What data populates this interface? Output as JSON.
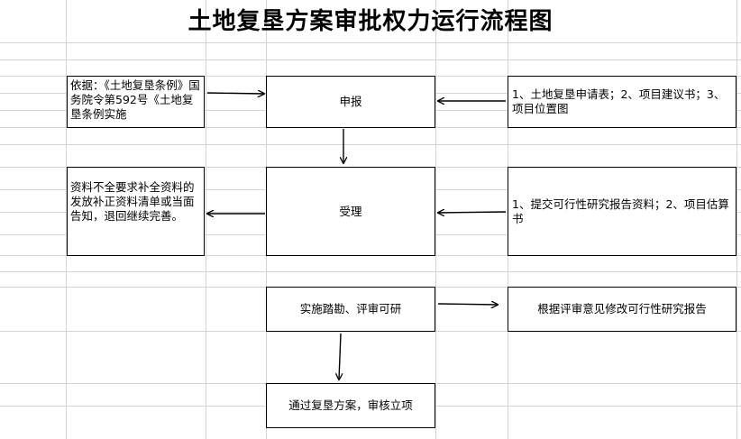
{
  "title": "土地复垦方案审批权力运行流程图",
  "nodes": {
    "basis": "依据：《土地复垦条例》国务院令第592号《土地复垦条例实施",
    "apply": "申报",
    "apply_materials": "1、土地复垦申请表；2、项目建议书；3、项目位置图",
    "incomplete": "资料不全要求补全资料的发放补正资料清单或当面告知，退回继续完善。",
    "accept": "受理",
    "accept_materials": "1、提交可行性研究报告资料；2、项目估算书",
    "survey": "实施踏勘、评审可研",
    "revise": "根据评审意见修改可行性研究报告",
    "approve": "通过复垦方案，审核立项"
  }
}
